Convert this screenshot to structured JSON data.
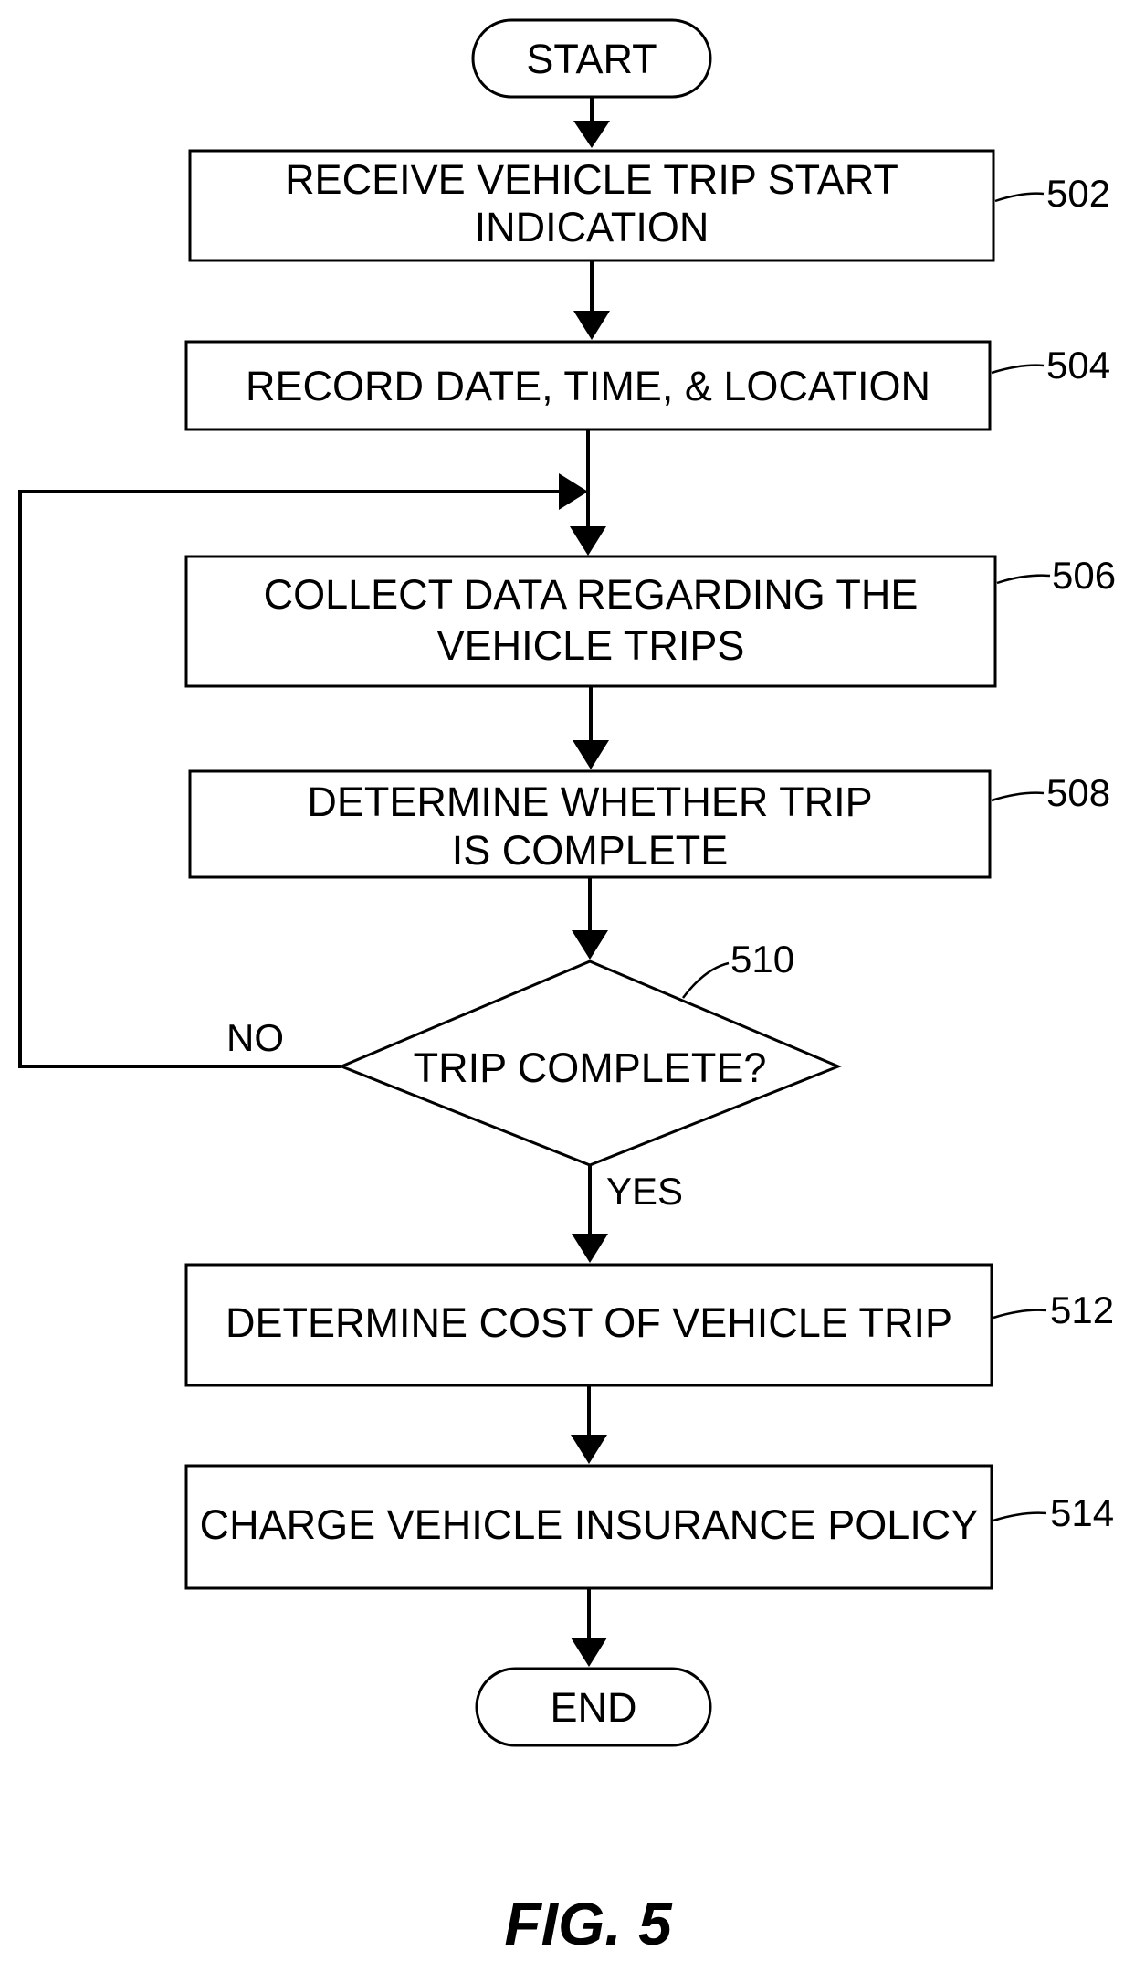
{
  "flowchart": {
    "start": "START",
    "end": "END",
    "steps": [
      {
        "ref": "502",
        "lines": [
          "RECEIVE VEHICLE TRIP START",
          "INDICATION"
        ]
      },
      {
        "ref": "504",
        "lines": [
          "RECORD DATE, TIME, & LOCATION"
        ]
      },
      {
        "ref": "506",
        "lines": [
          "COLLECT DATA REGARDING THE",
          "VEHICLE TRIPS"
        ]
      },
      {
        "ref": "508",
        "lines": [
          "DETERMINE WHETHER TRIP",
          "IS COMPLETE"
        ]
      },
      {
        "ref": "512",
        "lines": [
          "DETERMINE COST OF VEHICLE TRIP"
        ]
      },
      {
        "ref": "514",
        "lines": [
          "CHARGE VEHICLE INSURANCE POLICY"
        ]
      }
    ],
    "decision": {
      "ref": "510",
      "label": "TRIP COMPLETE?",
      "no_label": "NO",
      "yes_label": "YES"
    }
  },
  "figure_label": "FIG. 5"
}
